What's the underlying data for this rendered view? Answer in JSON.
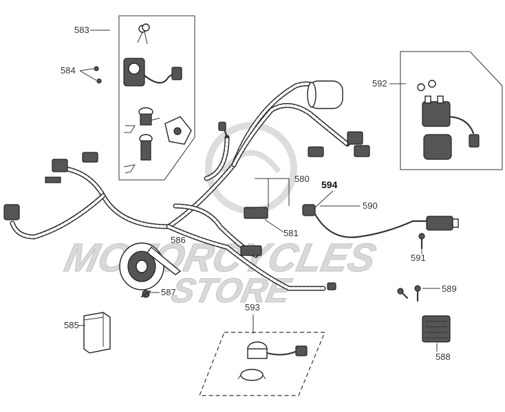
{
  "watermark": {
    "line1": "MOTORCYCLES",
    "line2": "STORE"
  },
  "callouts": {
    "c583": "583",
    "c584": "584",
    "c585": "585",
    "c586": "586",
    "c587": "587",
    "c588": "588",
    "c589": "589",
    "c590": "590",
    "c591": "591",
    "c592": "592",
    "c593": "593",
    "c580": "580",
    "c581": "581",
    "c594": "594"
  }
}
